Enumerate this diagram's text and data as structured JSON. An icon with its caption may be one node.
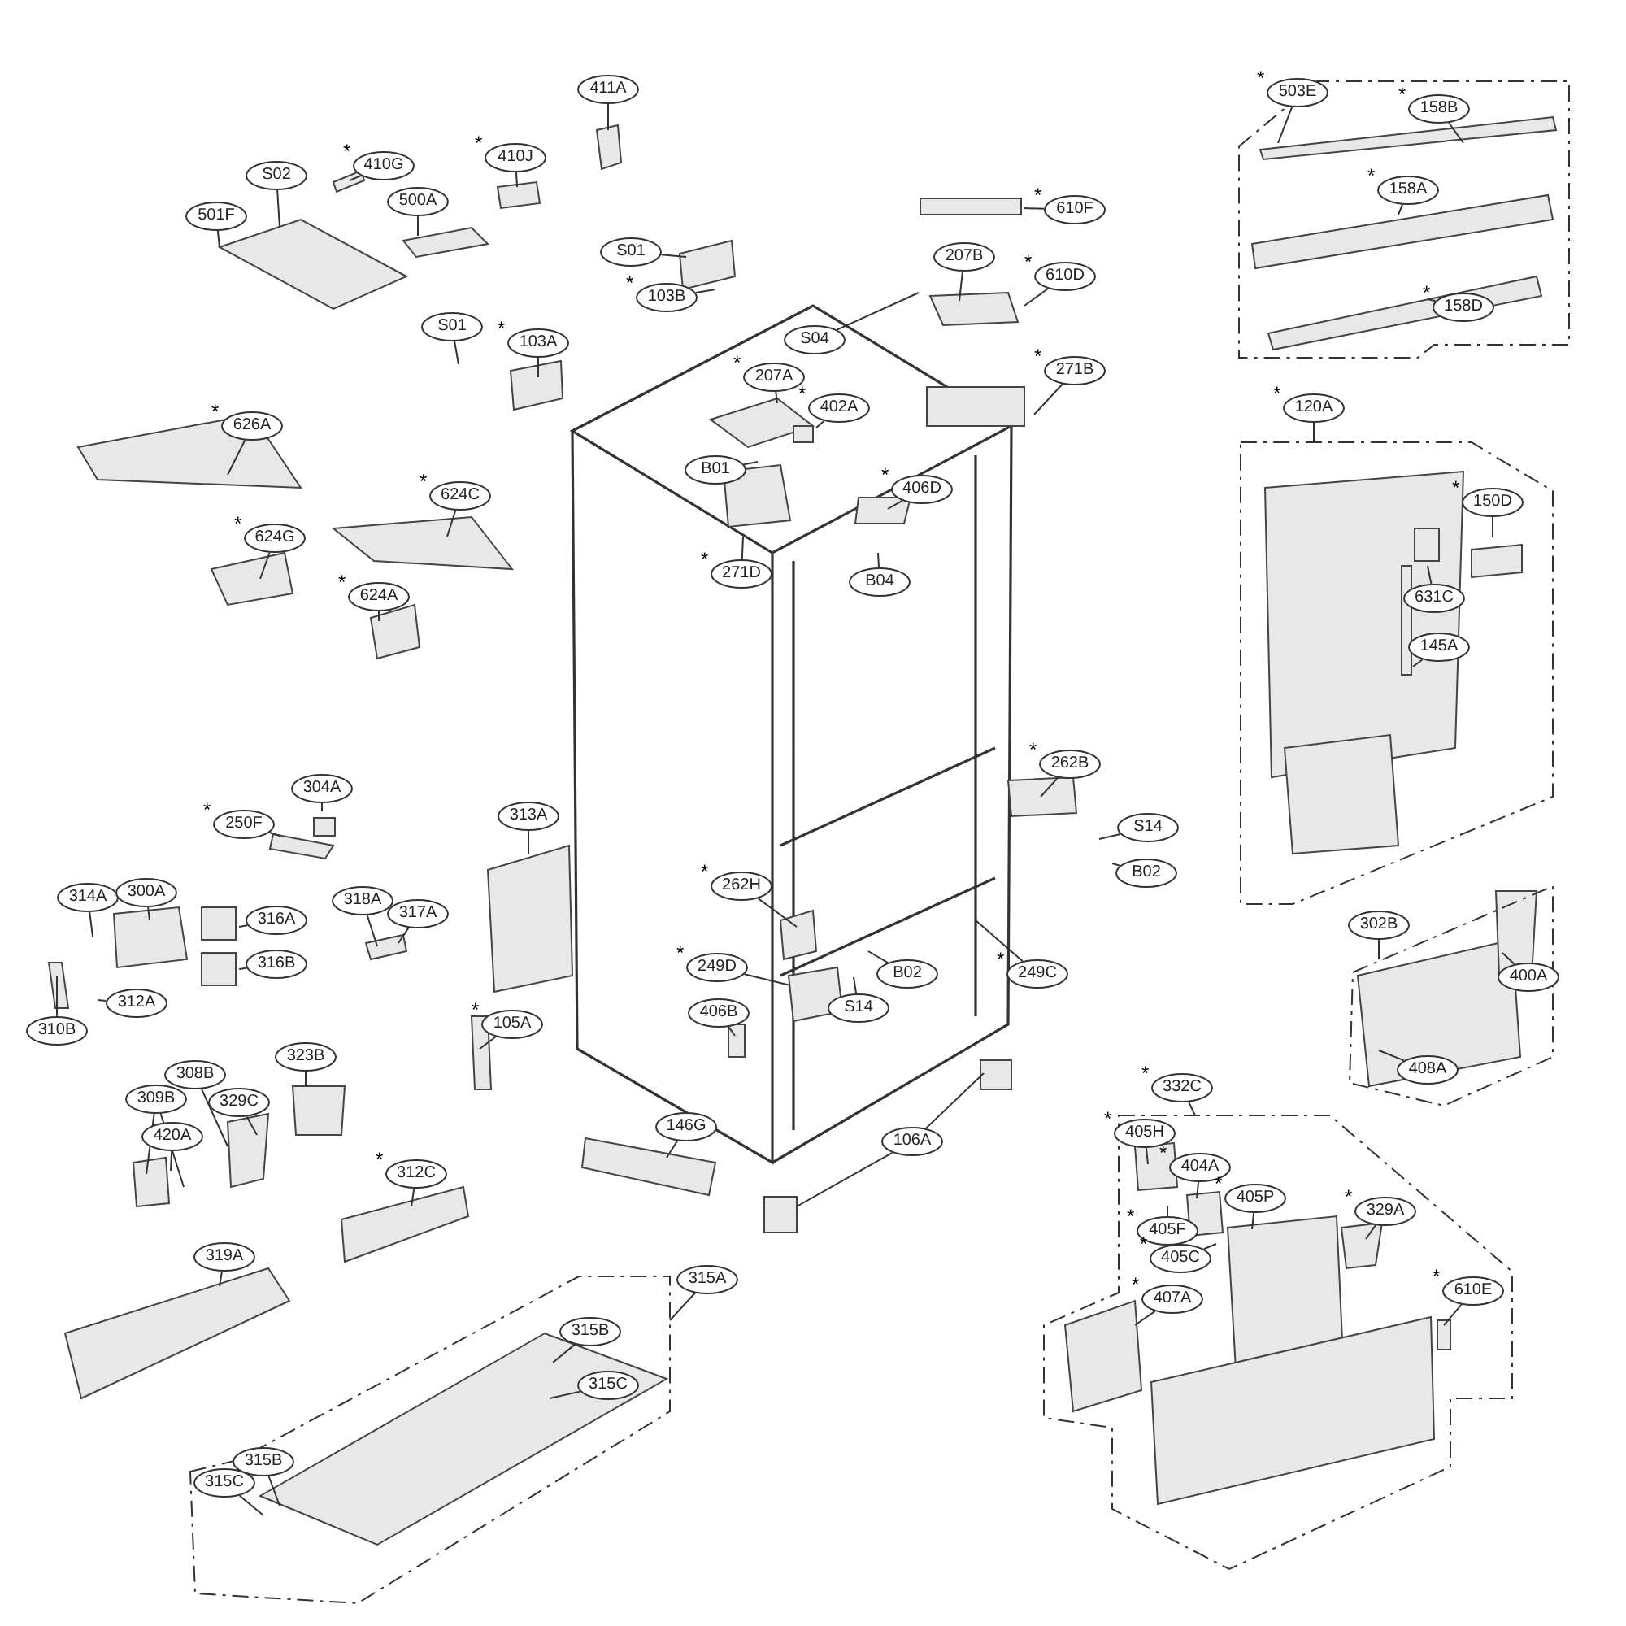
{
  "diagram": {
    "nodes": [
      {
        "text": [
          "501F"
        ]
      },
      {
        "text": [
          "S02"
        ]
      },
      {
        "text": [
          "410G"
        ],
        "beside": [
          "*"
        ]
      },
      {
        "text": [
          "410J"
        ],
        "beside": [
          "*"
        ]
      },
      {
        "text": [
          "500A"
        ]
      },
      {
        "text": [
          "411A"
        ]
      },
      {
        "text": [
          "S01"
        ]
      },
      {
        "text": [
          "103A"
        ],
        "beside": [
          "*"
        ]
      },
      {
        "text": [
          "S01"
        ]
      },
      {
        "text": [
          "103B"
        ],
        "beside": [
          "*"
        ]
      },
      {
        "text": [
          "626A"
        ],
        "beside": [
          "*"
        ]
      },
      {
        "text": [
          "624C"
        ],
        "beside": [
          "*"
        ]
      },
      {
        "text": [
          "624G"
        ],
        "beside": [
          "*"
        ]
      },
      {
        "text": [
          "624A"
        ],
        "beside": [
          "*"
        ]
      },
      {
        "text": [
          "610F"
        ],
        "beside": [
          "*"
        ]
      },
      {
        "text": [
          "207B"
        ]
      },
      {
        "text": [
          "610D"
        ],
        "beside": [
          "*"
        ]
      },
      {
        "text": [
          "S04"
        ]
      },
      {
        "text": [
          "207A"
        ],
        "beside": [
          "*"
        ]
      },
      {
        "text": [
          "402A"
        ],
        "beside": [
          "*"
        ]
      },
      {
        "text": [
          "271B"
        ],
        "beside": [
          "*"
        ]
      },
      {
        "text": [
          "B01"
        ]
      },
      {
        "text": [
          "406D"
        ],
        "beside": [
          "*"
        ]
      },
      {
        "text": [
          "271D"
        ],
        "beside": [
          "*"
        ]
      },
      {
        "text": [
          "B04"
        ]
      },
      {
        "text": [
          "503E"
        ],
        "beside": [
          "*"
        ]
      },
      {
        "text": [
          "158B"
        ],
        "beside": [
          "*"
        ]
      },
      {
        "text": [
          "158A"
        ],
        "beside": [
          "*"
        ]
      },
      {
        "text": [
          "158D"
        ],
        "beside": [
          "*"
        ]
      },
      {
        "text": [
          "120A"
        ],
        "beside": [
          "*"
        ]
      },
      {
        "text": [
          "150D"
        ],
        "beside": [
          "*"
        ]
      },
      {
        "text": [
          "631C"
        ]
      },
      {
        "text": [
          "145A"
        ]
      },
      {
        "text": [
          "302B"
        ]
      },
      {
        "text": [
          "400A"
        ]
      },
      {
        "text": [
          "408A"
        ]
      },
      {
        "text": [
          "250F"
        ],
        "beside": [
          "*"
        ]
      },
      {
        "text": [
          "304A"
        ]
      },
      {
        "text": [
          "314A"
        ]
      },
      {
        "text": [
          "300A"
        ]
      },
      {
        "text": [
          "316A"
        ]
      },
      {
        "text": [
          "316B"
        ]
      },
      {
        "text": [
          "318A"
        ]
      },
      {
        "text": [
          "317A"
        ]
      },
      {
        "text": [
          "310B"
        ]
      },
      {
        "text": [
          "312A"
        ]
      },
      {
        "text": [
          "313A"
        ]
      },
      {
        "text": [
          "105A"
        ],
        "beside": [
          "*"
        ]
      },
      {
        "text": [
          "262B"
        ],
        "beside": [
          "*"
        ]
      },
      {
        "text": [
          "S14"
        ]
      },
      {
        "text": [
          "B02"
        ]
      },
      {
        "text": [
          "262H"
        ],
        "beside": [
          "*"
        ]
      },
      {
        "text": [
          "249D"
        ],
        "beside": [
          "*"
        ]
      },
      {
        "text": [
          "B02"
        ]
      },
      {
        "text": [
          "S14"
        ]
      },
      {
        "text": [
          "249C"
        ],
        "beside": [
          "*"
        ]
      },
      {
        "text": [
          "406B"
        ]
      },
      {
        "text": [
          "106A"
        ]
      },
      {
        "text": [
          "323B"
        ]
      },
      {
        "text": [
          "308B"
        ]
      },
      {
        "text": [
          "309B"
        ]
      },
      {
        "text": [
          "329C"
        ]
      },
      {
        "text": [
          "420A"
        ]
      },
      {
        "text": [
          "146G"
        ]
      },
      {
        "text": [
          "312C"
        ],
        "beside": [
          "*"
        ]
      },
      {
        "text": [
          "319A"
        ]
      },
      {
        "text": [
          "315A"
        ]
      },
      {
        "text": [
          "315B"
        ]
      },
      {
        "text": [
          "315C"
        ]
      },
      {
        "text": [
          "315B"
        ]
      },
      {
        "text": [
          "315C"
        ]
      },
      {
        "text": [
          "332C"
        ],
        "beside": [
          "*"
        ]
      },
      {
        "text": [
          "405H"
        ],
        "beside": [
          "*"
        ]
      },
      {
        "text": [
          "404A"
        ],
        "beside": [
          "*"
        ]
      },
      {
        "text": [
          "405P"
        ],
        "beside": [
          "*"
        ]
      },
      {
        "text": [
          "405F"
        ],
        "beside": [
          "*"
        ]
      },
      {
        "text": [
          "405C"
        ],
        "beside": [
          "*"
        ]
      },
      {
        "text": [
          "329A"
        ],
        "beside": [
          "*"
        ]
      },
      {
        "text": [
          "407A"
        ],
        "beside": [
          "*"
        ]
      },
      {
        "text": [
          "610E"
        ],
        "beside": [
          "*"
        ]
      }
    ],
    "edges": [
      {
        "from": 0,
        "to": null,
        "arrow": "none"
      },
      {
        "from": 1,
        "to": null,
        "arrow": "none"
      },
      {
        "from": 2,
        "to": null,
        "arrow": "none"
      },
      {
        "from": 3,
        "to": null,
        "arrow": "none"
      },
      {
        "from": 4,
        "to": null,
        "arrow": "none"
      },
      {
        "from": 5,
        "to": null,
        "arrow": "none"
      },
      {
        "from": 6,
        "to": null,
        "arrow": "none"
      },
      {
        "from": 7,
        "to": null,
        "arrow": "none"
      },
      {
        "from": 8,
        "to": null,
        "arrow": "none"
      },
      {
        "from": 9,
        "to": null,
        "arrow": "none"
      },
      {
        "from": 10,
        "to": null,
        "arrow": "none"
      },
      {
        "from": 11,
        "to": null,
        "arrow": "none"
      },
      {
        "from": 12,
        "to": null,
        "arrow": "none"
      },
      {
        "from": 13,
        "to": null,
        "arrow": "none"
      },
      {
        "from": 14,
        "to": null,
        "arrow": "none"
      },
      {
        "from": 15,
        "to": null,
        "arrow": "none"
      },
      {
        "from": 16,
        "to": null,
        "arrow": "none"
      },
      {
        "from": 17,
        "to": null,
        "arrow": "none"
      },
      {
        "from": 18,
        "to": null,
        "arrow": "none"
      },
      {
        "from": 19,
        "to": null,
        "arrow": "none"
      },
      {
        "from": 20,
        "to": null,
        "arrow": "none"
      },
      {
        "from": 21,
        "to": null,
        "arrow": "none"
      },
      {
        "from": 22,
        "to": null,
        "arrow": "none"
      },
      {
        "from": 23,
        "to": null,
        "arrow": "none"
      },
      {
        "from": 24,
        "to": null,
        "arrow": "none"
      },
      {
        "from": 25,
        "to": null,
        "arrow": "none"
      },
      {
        "from": 26,
        "to": null,
        "arrow": "none"
      },
      {
        "from": 27,
        "to": null,
        "arrow": "none"
      },
      {
        "from": 28,
        "to": null,
        "arrow": "none"
      },
      {
        "from": 29,
        "to": null,
        "arrow": "none"
      },
      {
        "from": 30,
        "to": null,
        "arrow": "none"
      },
      {
        "from": 31,
        "to": null,
        "arrow": "none"
      },
      {
        "from": 32,
        "to": null,
        "arrow": "none"
      },
      {
        "from": 33,
        "to": null,
        "arrow": "none"
      },
      {
        "from": 34,
        "to": null,
        "arrow": "none"
      },
      {
        "from": 35,
        "to": null,
        "arrow": "none"
      },
      {
        "from": 36,
        "to": null,
        "arrow": "none"
      },
      {
        "from": 37,
        "to": null,
        "arrow": "none"
      },
      {
        "from": 38,
        "to": null,
        "arrow": "none"
      },
      {
        "from": 39,
        "to": null,
        "arrow": "none"
      },
      {
        "from": 40,
        "to": null,
        "arrow": "none"
      },
      {
        "from": 41,
        "to": null,
        "arrow": "none"
      },
      {
        "from": 42,
        "to": null,
        "arrow": "none"
      },
      {
        "from": 43,
        "to": null,
        "arrow": "none"
      },
      {
        "from": 44,
        "to": null,
        "arrow": "none"
      },
      {
        "from": 45,
        "to": null,
        "arrow": "none"
      },
      {
        "from": 46,
        "to": null,
        "arrow": "none"
      },
      {
        "from": 47,
        "to": null,
        "arrow": "none"
      },
      {
        "from": 48,
        "to": null,
        "arrow": "none"
      },
      {
        "from": 49,
        "to": null,
        "arrow": "none"
      },
      {
        "from": 50,
        "to": null,
        "arrow": "none"
      },
      {
        "from": 51,
        "to": null,
        "arrow": "none"
      },
      {
        "from": 52,
        "to": null,
        "arrow": "none"
      },
      {
        "from": 53,
        "to": null,
        "arrow": "none"
      },
      {
        "from": 54,
        "to": null,
        "arrow": "none"
      },
      {
        "from": 55,
        "to": null,
        "arrow": "none"
      },
      {
        "from": 56,
        "to": null,
        "arrow": "none"
      },
      {
        "from": 57,
        "to": null,
        "arrow": "none"
      },
      {
        "from": 58,
        "to": null,
        "arrow": "none"
      },
      {
        "from": 59,
        "to": null,
        "arrow": "none"
      },
      {
        "from": 60,
        "to": null,
        "arrow": "none"
      },
      {
        "from": 61,
        "to": null,
        "arrow": "none"
      },
      {
        "from": 62,
        "to": null,
        "arrow": "none"
      },
      {
        "from": 63,
        "to": null,
        "arrow": "none"
      },
      {
        "from": 64,
        "to": null,
        "arrow": "none"
      },
      {
        "from": 65,
        "to": null,
        "arrow": "none"
      },
      {
        "from": 66,
        "to": null,
        "arrow": "none"
      },
      {
        "from": 67,
        "to": null,
        "arrow": "none"
      },
      {
        "from": 68,
        "to": null,
        "arrow": "none"
      },
      {
        "from": 69,
        "to": null,
        "arrow": "none"
      },
      {
        "from": 70,
        "to": null,
        "arrow": "none"
      },
      {
        "from": 71,
        "to": null,
        "arrow": "none"
      },
      {
        "from": 72,
        "to": null,
        "arrow": "none"
      },
      {
        "from": 73,
        "to": null,
        "arrow": "none"
      },
      {
        "from": 74,
        "to": null,
        "arrow": "none"
      },
      {
        "from": 75,
        "to": null,
        "arrow": "none"
      },
      {
        "from": 76,
        "to": null,
        "arrow": "none"
      },
      {
        "from": 77,
        "to": null,
        "arrow": "none"
      },
      {
        "from": 78,
        "to": null,
        "arrow": "none"
      },
      {
        "from": 79,
        "to": null,
        "arrow": "none"
      },
      {
        "from": 57,
        "to": null,
        "arrow": "none"
      },
      {
        "from": 60,
        "to": null,
        "arrow": "none"
      }
    ]
  }
}
